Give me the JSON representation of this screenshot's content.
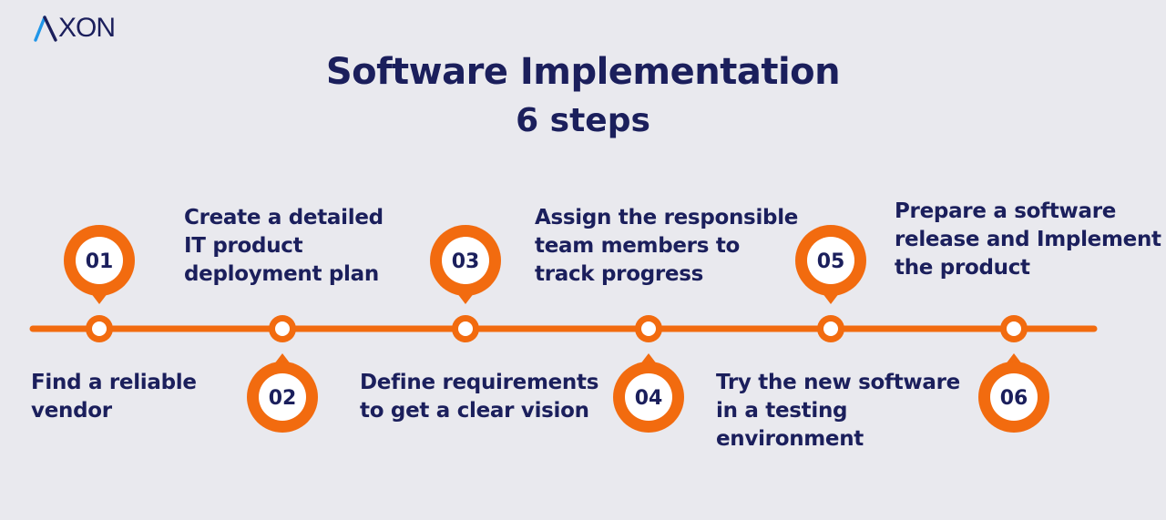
{
  "logo": {
    "text": "XON",
    "icon": "axon-a-logo-icon"
  },
  "title": "Software Implementation",
  "subtitle": "6 steps",
  "colors": {
    "accent": "#F26B0F",
    "navy": "#1B1F5C",
    "logo_blue": "#2196E8",
    "background": "#E9E9EE"
  },
  "steps": [
    {
      "number": "01",
      "text": "Find a reliable\nvendor"
    },
    {
      "number": "02",
      "text": "Create a detailed\nIT product\ndeployment plan"
    },
    {
      "number": "03",
      "text": "Define requirements\nto get a clear vision"
    },
    {
      "number": "04",
      "text": "Assign the responsible\nteam members to\ntrack progress"
    },
    {
      "number": "05",
      "text": "Try the new software\nin a testing\nenvironment"
    },
    {
      "number": "06",
      "text": "Prepare a software\nrelease and Implement\nthe product"
    }
  ]
}
